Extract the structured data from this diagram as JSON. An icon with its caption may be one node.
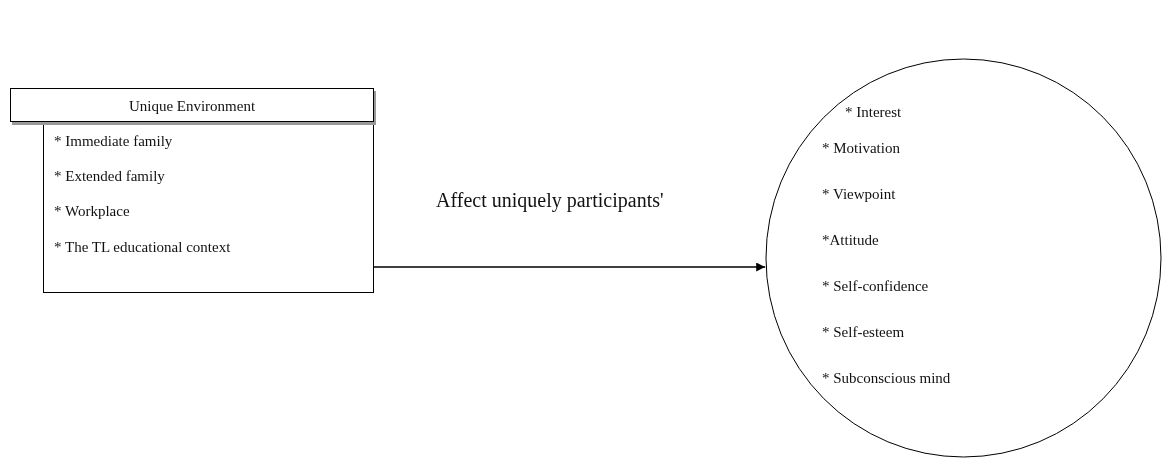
{
  "diagram": {
    "nodes": [
      {
        "text": [
          "Unique Environment"
        ]
      },
      {
        "text": [
          "* Immediate family",
          "* Extended family",
          "* Workplace",
          "* The TL educational context"
        ]
      },
      {
        "text": [
          "* Interest",
          "* Motivation",
          "* Viewpoint",
          "*Attitude",
          "* Self-confidence",
          "* Self-esteem",
          "* Subconscious mind"
        ]
      }
    ],
    "edges": [
      {
        "from": 1,
        "to": 2,
        "arrow": "to",
        "label": "Affect uniquely participants'"
      }
    ]
  }
}
